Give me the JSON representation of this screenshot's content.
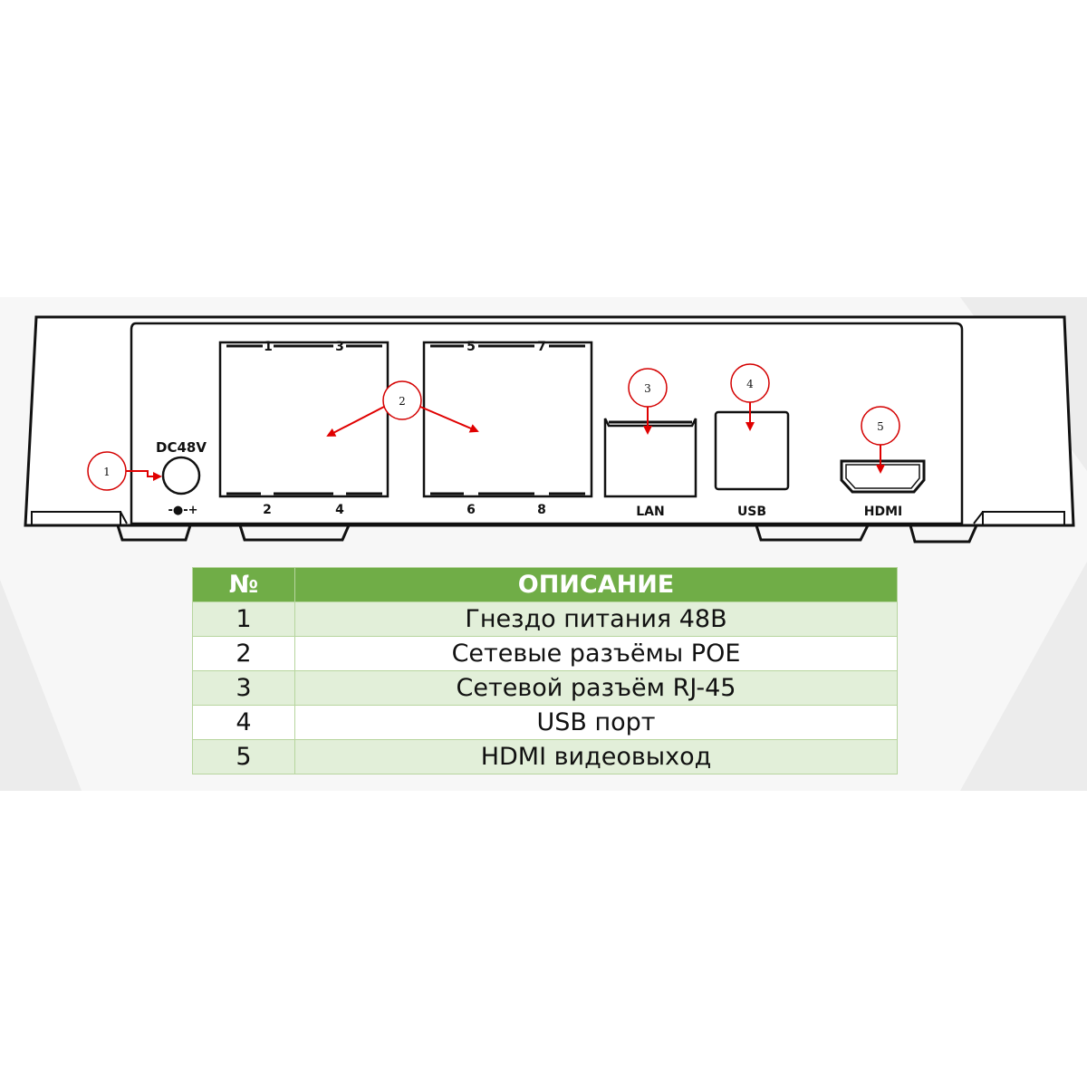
{
  "panel": {
    "power_label": "DC48V",
    "power_polarity": "-●-+",
    "poe_port_labels": {
      "block1_top": [
        "1",
        "3"
      ],
      "block1_bottom": [
        "2",
        "4"
      ],
      "block2_top": [
        "5",
        "7"
      ],
      "block2_bottom": [
        "6",
        "8"
      ]
    },
    "lan_label": "LAN",
    "usb_label": "USB",
    "hdmi_label": "HDMI"
  },
  "callouts": [
    "1",
    "2",
    "3",
    "4",
    "5"
  ],
  "table": {
    "header_no": "№",
    "header_desc": "ОПИСАНИЕ",
    "rows": [
      {
        "no": "1",
        "desc": "Гнездо питания 48В"
      },
      {
        "no": "2",
        "desc": "Сетевые разъёмы POE"
      },
      {
        "no": "3",
        "desc": "Сетевой разъём RJ-45"
      },
      {
        "no": "4",
        "desc": "USB порт"
      },
      {
        "no": "5",
        "desc": "HDMI видеовыход"
      }
    ]
  },
  "colors": {
    "accent_green": "#70ad47",
    "row_tint": "#e2efd9",
    "arrow_red": "#e00000"
  }
}
